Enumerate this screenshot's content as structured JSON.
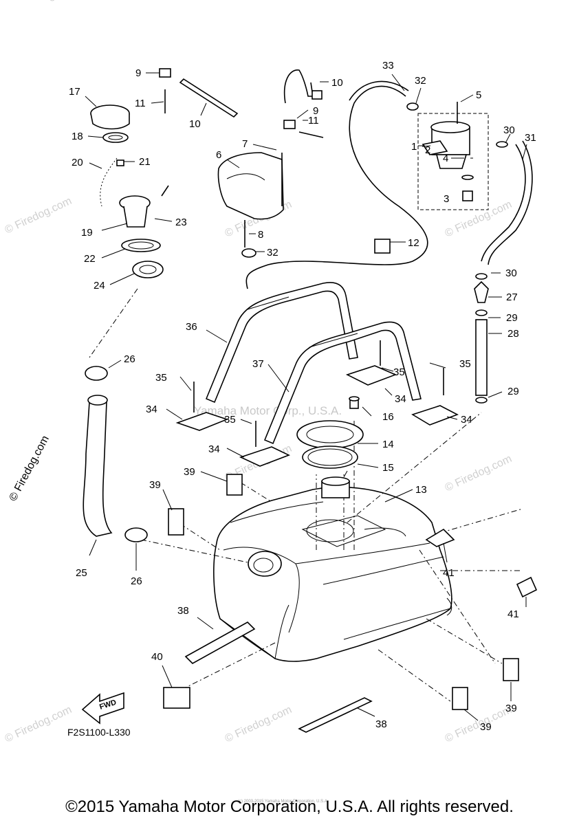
{
  "diagram_code": "F2S1100-L330",
  "fwd_label": "FWD",
  "watermark_text": "© Firedog.com",
  "center_watermark": "Yamaha Motor Corp., U.S.A.",
  "tiny_notice": "(c) 2003-2015 Yamaha Motor Corporation, U.S.A.",
  "copyright": "©2015 Yamaha Motor Corporation, U.S.A. All rights reserved.",
  "callouts": {
    "n1": "1",
    "n2": "2",
    "n3": "3",
    "n4": "4",
    "n5": "5",
    "n6": "6",
    "n7": "7",
    "n8": "8",
    "n9a": "9",
    "n9b": "9",
    "n10a": "10",
    "n10b": "10",
    "n11a": "11",
    "n11b": "11",
    "n12": "12",
    "n13": "13",
    "n14": "14",
    "n15": "15",
    "n16": "16",
    "n17": "17",
    "n18": "18",
    "n19": "19",
    "n20": "20",
    "n21": "21",
    "n22": "22",
    "n23": "23",
    "n24": "24",
    "n25": "25",
    "n26a": "26",
    "n26b": "26",
    "n27": "27",
    "n28": "28",
    "n29a": "29",
    "n29b": "29",
    "n30a": "30",
    "n30b": "30",
    "n31": "31",
    "n32a": "32",
    "n32b": "32",
    "n33": "33",
    "n34a": "34",
    "n34b": "34",
    "n34c": "34",
    "n34d": "34",
    "n35a": "35",
    "n35b": "35",
    "n35c": "35",
    "n35d": "35",
    "n36": "36",
    "n37": "37",
    "n38a": "38",
    "n38b": "38",
    "n39a": "39",
    "n39b": "39",
    "n39c": "39",
    "n39d": "39",
    "n40": "40",
    "n41a": "41",
    "n41b": "41"
  }
}
